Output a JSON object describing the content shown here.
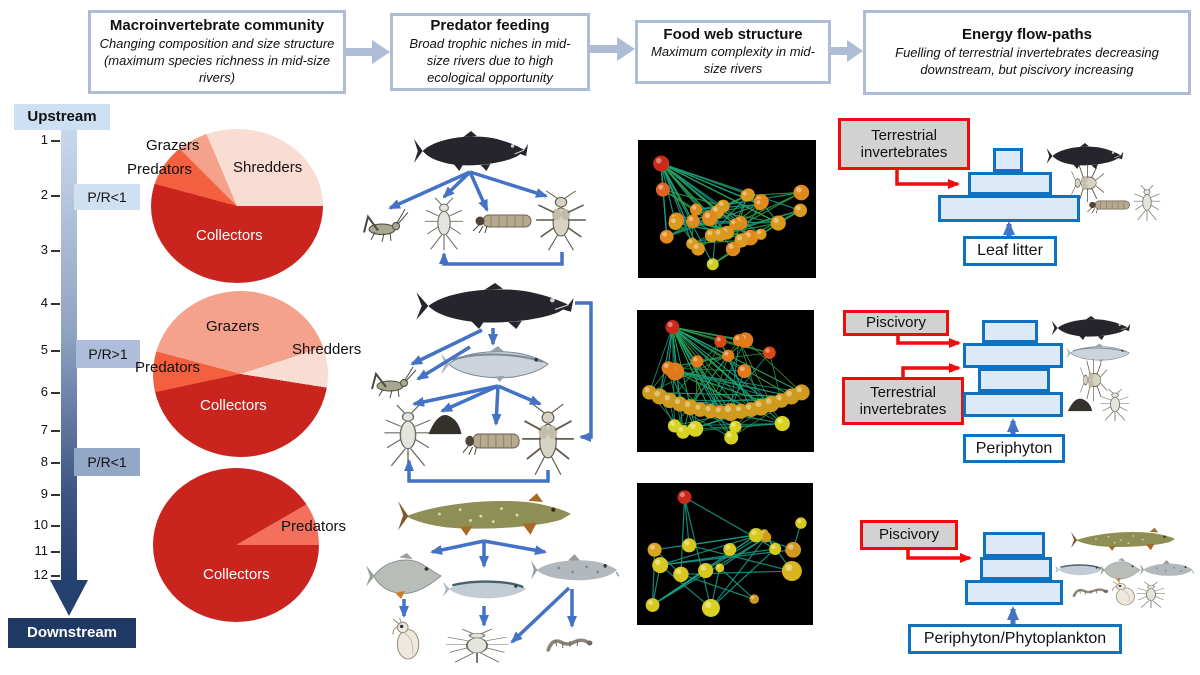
{
  "header": {
    "boxes": [
      {
        "title": "Macroinvertebrate community",
        "subtitle": "Changing composition and size structure (maximum species richness in mid-size rivers)"
      },
      {
        "title": "Predator feeding",
        "subtitle": "Broad trophic niches in mid-size rivers due to high ecological opportunity"
      },
      {
        "title": "Food web structure",
        "subtitle": "Maximum complexity in mid-size rivers"
      },
      {
        "title": "Energy flow-paths",
        "subtitle": "Fuelling of terrestrial invertebrates decreasing downstream, but piscivory increasing"
      }
    ]
  },
  "axis": {
    "top_label": "Upstream",
    "bottom_label": "Downstream",
    "ticks": [
      "1",
      "2",
      "3",
      "4",
      "5",
      "6",
      "7",
      "8",
      "9",
      "10",
      "11",
      "12"
    ],
    "pr_badges": [
      "P/R<1",
      "P/R>1",
      "P/R<1"
    ]
  },
  "chart_data": [
    {
      "type": "pie",
      "position": "upstream",
      "labels": [
        "Collectors",
        "Predators",
        "Grazers",
        "Shredders"
      ],
      "values_pct": [
        54,
        8,
        6,
        32
      ],
      "arcs": [
        {
          "label": "Collectors",
          "color": "#c9241e",
          "from": 90,
          "to": 285
        },
        {
          "label": "Predators",
          "color": "#f2603f",
          "from": 285,
          "to": 315
        },
        {
          "label": "Grazers",
          "color": "#f4a28b",
          "from": 315,
          "to": 337
        },
        {
          "label": "Shredders",
          "color": "#f9ddd3",
          "from": 337,
          "to": 450
        }
      ]
    },
    {
      "type": "pie",
      "position": "mid-river",
      "labels": [
        "Grazers",
        "Shredders",
        "Collectors",
        "Predators"
      ],
      "values_pct": [
        41,
        7,
        44,
        8
      ],
      "arcs": [
        {
          "label": "Grazers",
          "color": "#f4a28b",
          "from": 285,
          "to": 432
        },
        {
          "label": "Shredders",
          "color": "#f9ddd3",
          "from": 72,
          "to": 99
        },
        {
          "label": "Collectors",
          "color": "#c9241e",
          "from": 99,
          "to": 258
        },
        {
          "label": "Predators",
          "color": "#f2603f",
          "from": 258,
          "to": 285
        }
      ]
    },
    {
      "type": "pie",
      "position": "downstream",
      "labels": [
        "Predators",
        "Collectors"
      ],
      "values_pct": [
        8,
        92
      ],
      "arcs": [
        {
          "label": "Predators",
          "color": "#f3705c",
          "from": 60,
          "to": 90
        },
        {
          "label": "Collectors",
          "color": "#c9241e",
          "from": 90,
          "to": 420
        }
      ]
    }
  ],
  "feeding": {
    "rows": [
      {
        "organisms": [
          "salmon",
          "grasshopper",
          "mayfly-nymph",
          "caddis-larva",
          "stonefly-nymph"
        ]
      },
      {
        "organisms": [
          "salmon",
          "whitefish",
          "grasshopper",
          "mayfly-nymph",
          "limpet",
          "caddis-larva",
          "stonefly-nymph"
        ]
      },
      {
        "organisms": [
          "pike",
          "bream",
          "bleak",
          "gudgeon",
          "water-flea",
          "mayfly-nymph",
          "chironomid-larva"
        ]
      }
    ]
  },
  "food_webs": [
    {
      "variant": "plane",
      "node_count": 30,
      "link_count": 85,
      "top_color": "#c92a1c",
      "link_colors": [
        "#2e9e45",
        "#17a08c"
      ]
    },
    {
      "variant": "dense",
      "node_count": 38,
      "link_count": 150,
      "top_color": "#c92a1c",
      "link_colors": [
        "#2e9e45",
        "#17a08c"
      ]
    },
    {
      "variant": "sparse",
      "node_count": 18,
      "link_count": 34,
      "top_color": "#c92a1c",
      "link_colors": [
        "#17a08c"
      ]
    }
  ],
  "energy": {
    "rows": [
      {
        "sources": [
          "Terrestrial invertebrates"
        ],
        "base": "Leaf litter",
        "tiers": 3,
        "organisms": [
          "salmon",
          "stonefly-nymph",
          "caddis-larva",
          "mayfly-nymph"
        ]
      },
      {
        "sources": [
          "Piscivory",
          "Terrestrial invertebrates"
        ],
        "base": "Periphyton",
        "tiers": 4,
        "organisms": [
          "salmon",
          "whitefish",
          "stonefly-nymph",
          "limpet",
          "mayfly-nymph"
        ]
      },
      {
        "sources": [
          "Piscivory"
        ],
        "base": "Periphyton/Phytoplankton",
        "tiers": 3,
        "organisms": [
          "pike",
          "bleak",
          "bream",
          "gudgeon",
          "chironomid-larva",
          "water-flea",
          "mayfly-nymph"
        ]
      }
    ]
  },
  "colors": {
    "accent_blue": "#4472c4",
    "pyramid_border": "#0e72c0",
    "pyramid_fill": "#dce9f8",
    "red_accent": "#ee0c0c",
    "header_steel": "#aebcd6",
    "rail_dark": "#1f3864"
  }
}
